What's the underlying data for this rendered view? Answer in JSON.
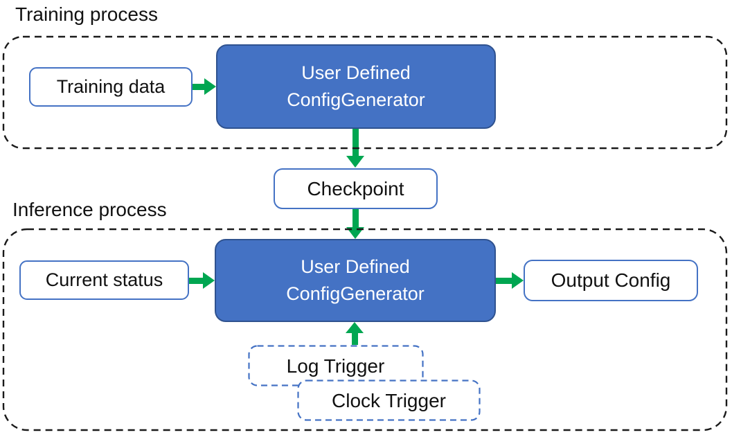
{
  "diagram": {
    "colors": {
      "node_fill": "#4472C4",
      "node_border": "#2F528F",
      "light_box_border": "#4472C4",
      "trigger_dashed_border": "#4472C4",
      "arrow_green": "#00A651",
      "container_dashed_border": "#000000",
      "text_dark": "#111111",
      "text_light": "#FFFFFF"
    },
    "training": {
      "title": "Training process",
      "input_label": "Training data",
      "generator": {
        "line1": "User Defined",
        "line2": "ConfigGenerator"
      }
    },
    "checkpoint": {
      "label": "Checkpoint"
    },
    "inference": {
      "title": "Inference process",
      "input_label": "Current status",
      "generator": {
        "line1": "User Defined",
        "line2": "ConfigGenerator"
      },
      "output_label": "Output Config",
      "triggers": [
        {
          "label": "Log Trigger"
        },
        {
          "label": "Clock Trigger"
        }
      ]
    }
  }
}
